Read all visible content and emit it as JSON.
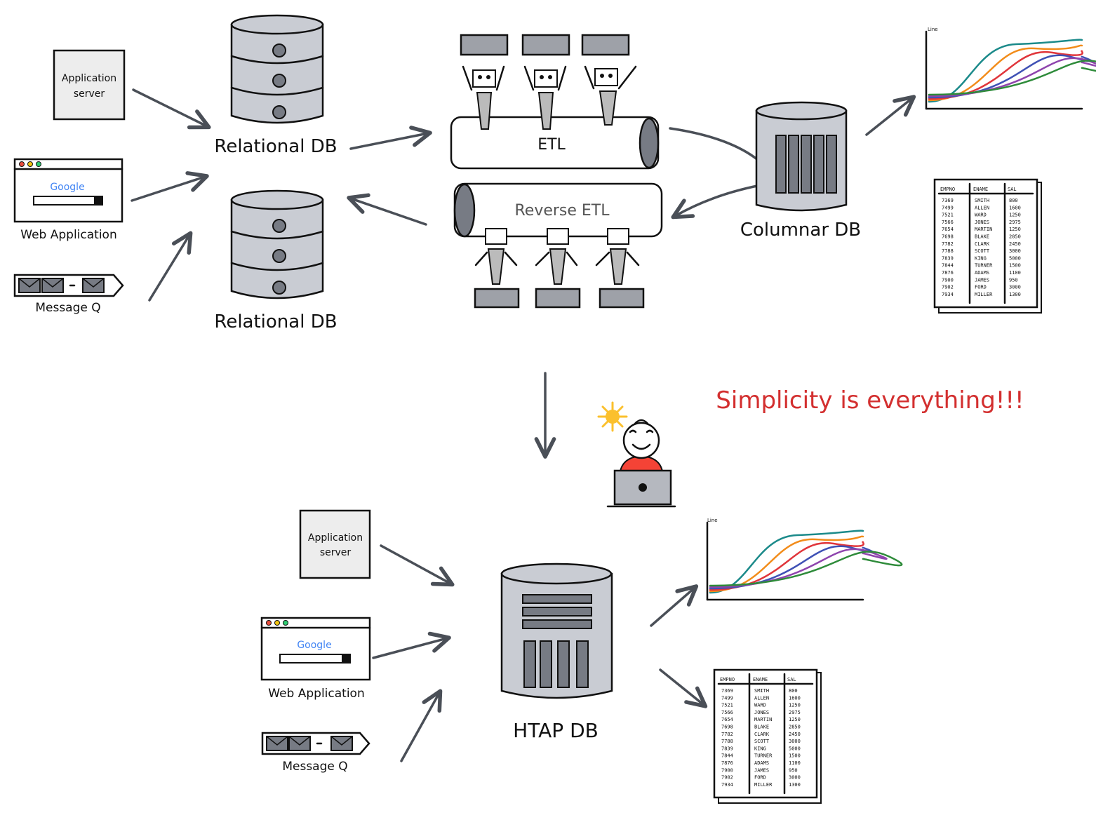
{
  "labels": {
    "app_server_line1": "Application",
    "app_server_line2": "server",
    "web_application": "Web Application",
    "message_q": "Message Q",
    "google": "Google",
    "relational_db_top": "Relational DB",
    "relational_db_bottom": "Relational DB",
    "etl": "ETL",
    "reverse_etl": "Reverse ETL",
    "columnar_db": "Columnar DB",
    "htap_db": "HTAP DB",
    "tagline": "Simplicity is everything!!!",
    "chart_line_label": "Line"
  },
  "colors": {
    "arrow": "#4a4f57",
    "db_fill": "#c9ccd3",
    "tagline": "#d32f2f",
    "person_shirt": "#f44336",
    "sun": "#fbc02d"
  },
  "table": {
    "headers": [
      "EMPNO",
      "ENAME",
      "SAL"
    ],
    "rows": [
      [
        "7369",
        "SMITH",
        "800"
      ],
      [
        "7499",
        "ALLEN",
        "1600"
      ],
      [
        "7521",
        "WARD",
        "1250"
      ],
      [
        "7566",
        "JONES",
        "2975"
      ],
      [
        "7654",
        "MARTIN",
        "1250"
      ],
      [
        "7698",
        "BLAKE",
        "2850"
      ],
      [
        "7782",
        "CLARK",
        "2450"
      ],
      [
        "7788",
        "SCOTT",
        "3000"
      ],
      [
        "7839",
        "KING",
        "5000"
      ],
      [
        "7844",
        "TURNER",
        "1500"
      ],
      [
        "7876",
        "ADAMS",
        "1100"
      ],
      [
        "7900",
        "JAMES",
        "950"
      ],
      [
        "7902",
        "FORD",
        "3000"
      ],
      [
        "7934",
        "MILLER",
        "1300"
      ]
    ]
  },
  "line_series_colors": [
    "#1b8a8a",
    "#f28c1a",
    "#e0353b",
    "#3f51b5",
    "#8e44ad",
    "#2e8b3a"
  ]
}
